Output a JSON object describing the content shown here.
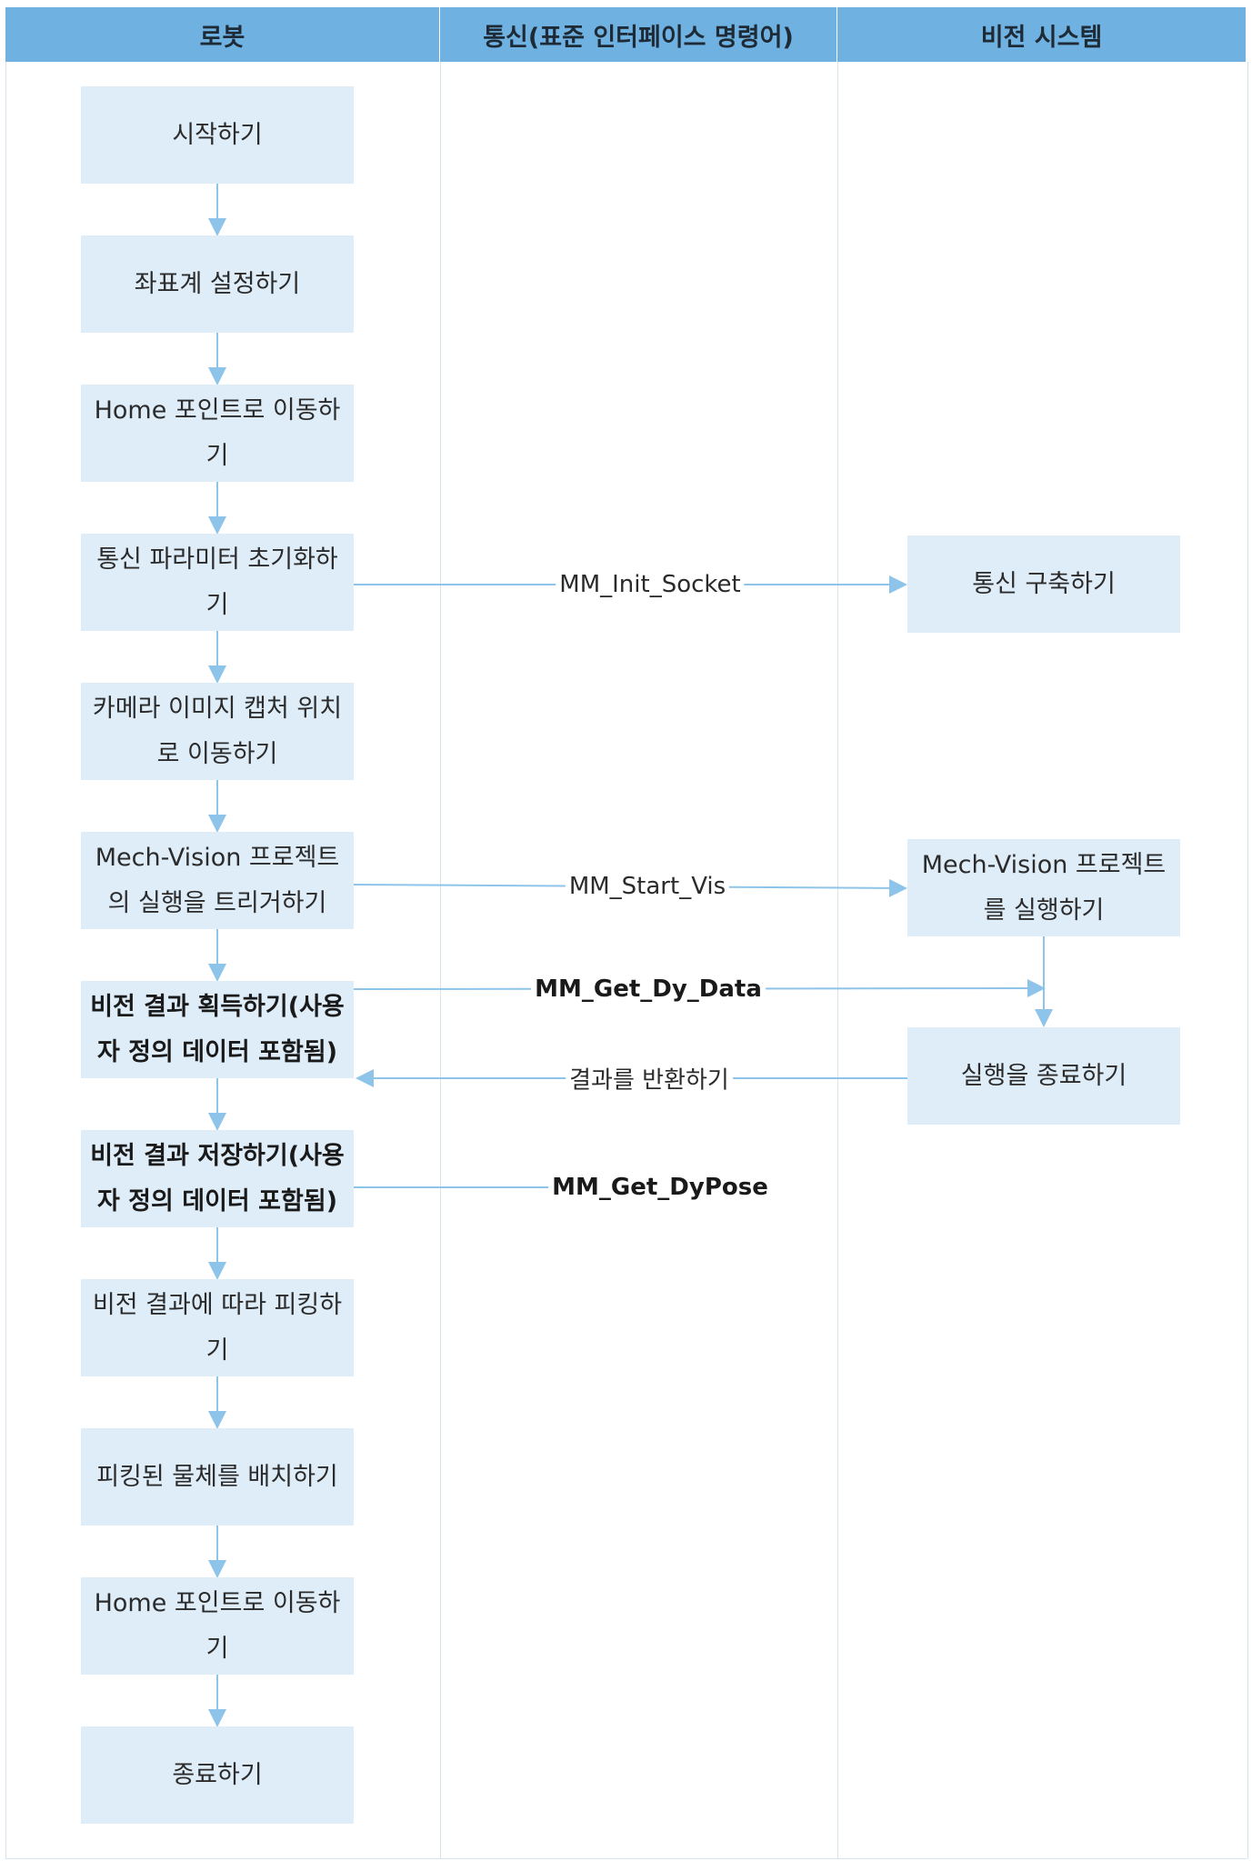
{
  "lanes": {
    "robot": "로봇",
    "comm": "통신(표준 인터페이스 명령어)",
    "vision": "비전 시스템"
  },
  "robot_steps": [
    "시작하기",
    "좌표계 설정하기",
    "Home 포인트로 이동하기",
    "통신 파라미터 초기화하기",
    "카메라 이미지 캡처 위치로 이동하기",
    "Mech-Vision 프로젝트의 실행을 트리거하기",
    "비전 결과 획득하기(사용자 정의 데이터 포함됨)",
    "비전 결과 저장하기(사용자 정의 데이터 포함됨)",
    "비전 결과에 따라 피킹하기",
    "피킹된 물체를 배치하기",
    "Home 포인트로 이동하기",
    "종료하기"
  ],
  "vision_steps": [
    "통신 구축하기",
    "Mech-Vision 프로젝트를 실행하기",
    "실행을 종료하기"
  ],
  "messages": {
    "init_socket": "MM_Init_Socket",
    "start_vis": "MM_Start_Vis",
    "get_dy_data": "MM_Get_Dy_Data",
    "return_result": "결과를 반환하기",
    "get_dypose": "MM_Get_DyPose"
  }
}
